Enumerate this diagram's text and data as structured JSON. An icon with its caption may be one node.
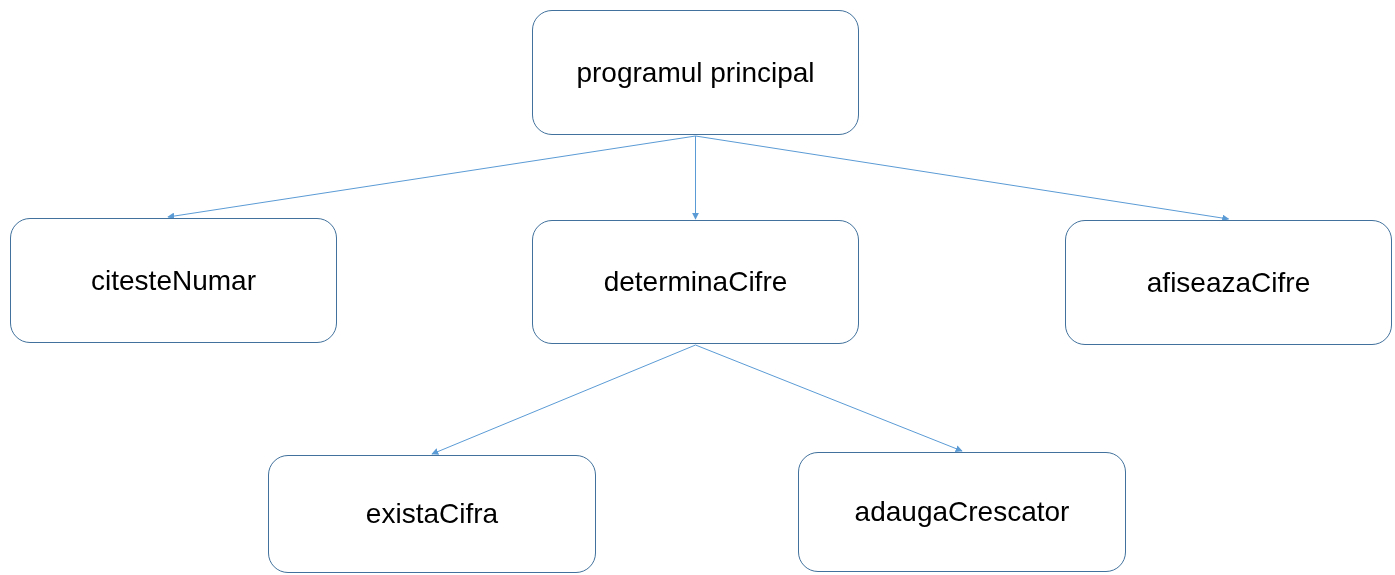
{
  "diagram": {
    "nodes": [
      {
        "text": [
          "programul principal"
        ]
      },
      {
        "text": [
          "citesteNumar"
        ]
      },
      {
        "text": [
          "determinaCifre"
        ]
      },
      {
        "text": [
          "afiseazaCifre"
        ]
      },
      {
        "text": [
          "existaCifra"
        ]
      },
      {
        "text": [
          "adaugaCrescator"
        ]
      }
    ],
    "edges": [
      {
        "from": 0,
        "to": 1,
        "arrow": "to"
      },
      {
        "from": 0,
        "to": 2,
        "arrow": "to"
      },
      {
        "from": 0,
        "to": 3,
        "arrow": "to"
      },
      {
        "from": 2,
        "to": 4,
        "arrow": "to"
      },
      {
        "from": 2,
        "to": 5,
        "arrow": "to"
      }
    ]
  }
}
